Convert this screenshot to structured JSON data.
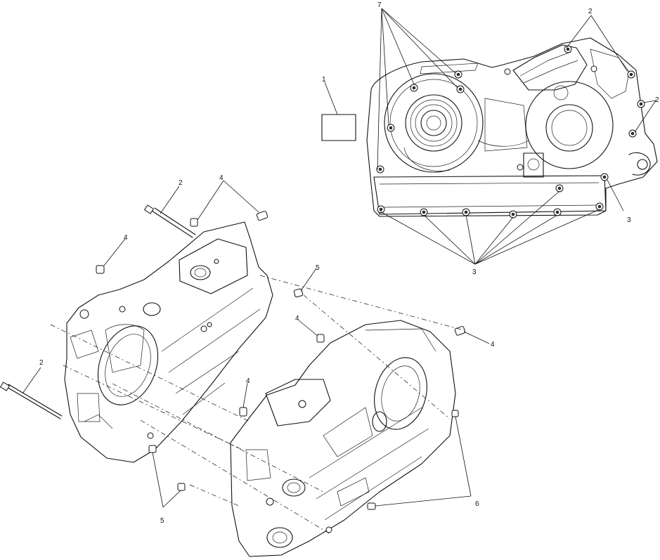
{
  "callouts": {
    "c1": "1",
    "c2a": "2",
    "c2b": "2",
    "c2c": "2",
    "c2d": "2",
    "c3a": "3",
    "c3b": "3",
    "c4a": "4",
    "c4b": "4",
    "c4c": "4",
    "c4d": "4",
    "c4e": "4",
    "c5a": "5",
    "c5b": "5",
    "c6": "6",
    "c7": "7"
  }
}
